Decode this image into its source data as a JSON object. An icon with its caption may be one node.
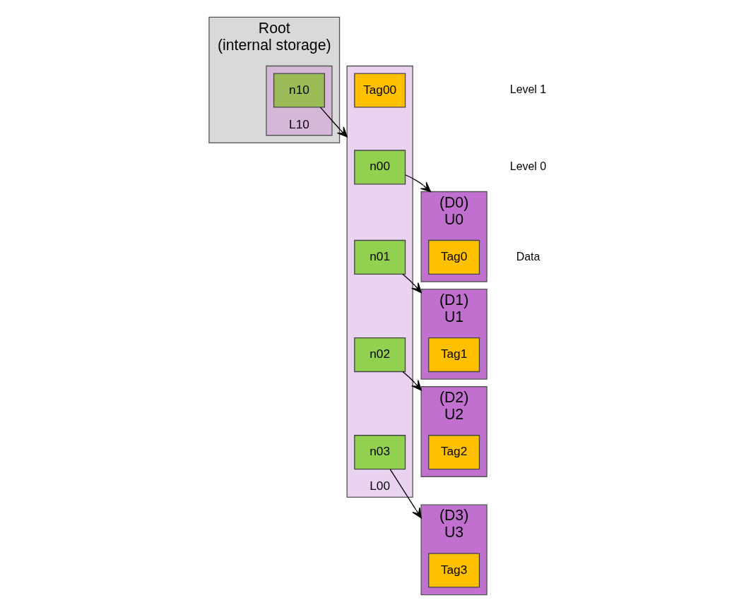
{
  "diagram": {
    "nodes": [
      {
        "text": [
          "Root",
          "(internal storage)"
        ]
      },
      {
        "text": [
          "L10"
        ],
        "in": 0
      },
      {
        "text": [
          "n10"
        ],
        "in": 1
      },
      {
        "text": [
          "L00"
        ]
      },
      {
        "text": [
          "n00"
        ],
        "in": 3
      },
      {
        "text": [
          "n01"
        ],
        "in": 3
      },
      {
        "text": [
          "n02"
        ],
        "in": 3
      },
      {
        "text": [
          "n03"
        ],
        "in": 3
      },
      {
        "text": [
          "Tag00"
        ],
        "in": 3
      },
      {
        "text": [
          "(D0)",
          "U0"
        ]
      },
      {
        "text": [
          "Tag0"
        ],
        "in": 9
      },
      {
        "text": [
          "(D1)",
          "U1"
        ]
      },
      {
        "text": [
          "Tag1"
        ],
        "in": 11
      },
      {
        "text": [
          "(D2)",
          "U2"
        ]
      },
      {
        "text": [
          "Tag2"
        ],
        "in": 13
      },
      {
        "text": [
          "(D3)",
          "U3"
        ]
      },
      {
        "text": [
          "Tag3"
        ],
        "in": 15
      }
    ],
    "edges": [
      {
        "from": 2,
        "to": 3,
        "arrow": "to"
      },
      {
        "from": 4,
        "to": 9,
        "arrow": "to"
      },
      {
        "from": 5,
        "to": 11,
        "arrow": "to"
      },
      {
        "from": 6,
        "to": 13,
        "arrow": "to"
      },
      {
        "from": 7,
        "to": 15,
        "arrow": "to"
      }
    ],
    "labels": [
      "Level 1",
      "Level 0",
      "Data"
    ]
  }
}
